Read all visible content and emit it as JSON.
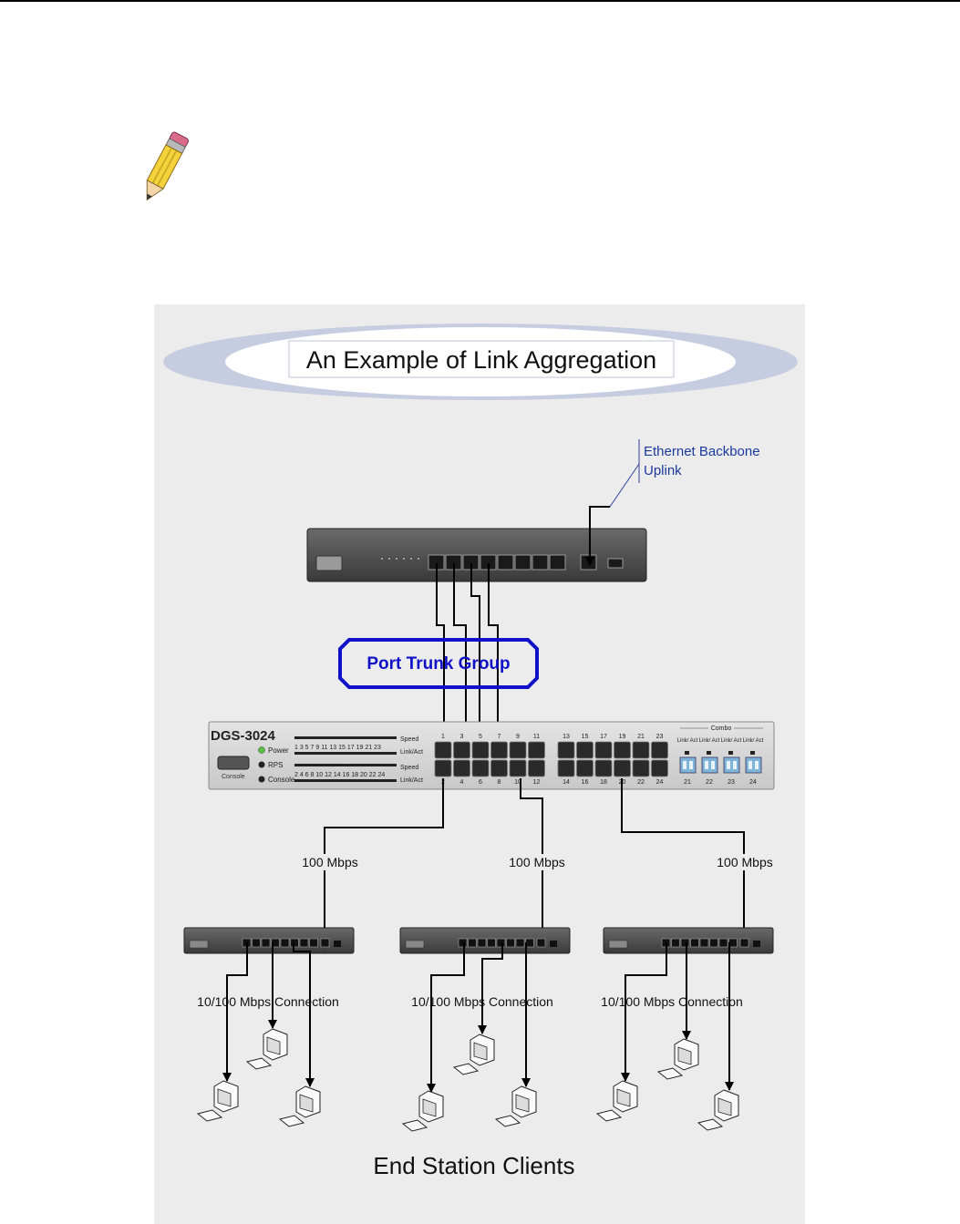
{
  "page": {
    "note_icon": "pencil-note-icon"
  },
  "diagram": {
    "title": "An Example of Link Aggregation",
    "uplink_label_line1": "Ethernet Backbone",
    "uplink_label_line2": "Uplink",
    "trunk_label": "Port Trunk Group",
    "main_switch_model": "DGS-3024",
    "led_labels": {
      "power": "Power",
      "rps": "RPS",
      "console": "Console",
      "speed": "Speed",
      "link_act": "Link/Act"
    },
    "console_port_label": "Console",
    "combo_label": "Combo",
    "combo_led_label": "Link/ Act",
    "port_numbers_top": [
      "1",
      "3",
      "5",
      "7",
      "9",
      "11",
      "13",
      "15",
      "17",
      "19",
      "21",
      "23"
    ],
    "port_numbers_bottom": [
      "2",
      "4",
      "6",
      "8",
      "10",
      "12",
      "14",
      "16",
      "18",
      "20",
      "22",
      "24"
    ],
    "led_numbers_top": "1 3 5 7 9 11 13 15 17 19 21 23",
    "led_numbers_bottom": "2 4 6 8 10 12 14 16 18 20 22 24",
    "combo_numbers": [
      "21",
      "22",
      "23",
      "24"
    ],
    "link_speeds": [
      "100 Mbps",
      "100 Mbps",
      "100 Mbps"
    ],
    "client_connection_labels": [
      "10/100 Mbps Connection",
      "10/100 Mbps Connection",
      "10/100 Mbps Connection"
    ],
    "footer_label": "End Station Clients",
    "colors": {
      "background": "#ececec",
      "trunk_blue": "#1010c8",
      "label_blue": "#1c3a9e",
      "ellipse": "#c6cde0"
    }
  }
}
